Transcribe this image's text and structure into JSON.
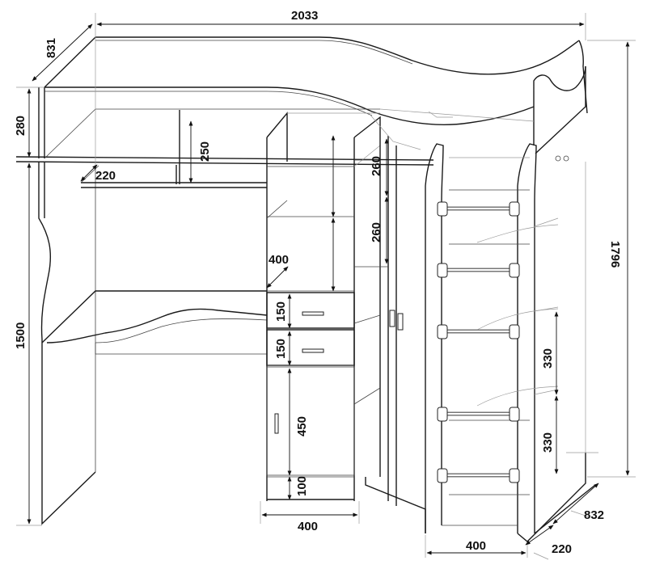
{
  "drawing": {
    "dimensions": {
      "total_width": "2033",
      "depth_top": "831",
      "top_rail_height": "280",
      "shelf_height": "250",
      "shelf_depth": "220",
      "lower_height": "1500",
      "total_height": "1796",
      "cabinet_depth": "400",
      "drawer_1": "150",
      "drawer_2": "150",
      "door_height": "450",
      "plinth": "100",
      "cabinet_width": "400",
      "wardrobe_top": "260",
      "wardrobe_shelf": "260",
      "step_1": "330",
      "step_2": "330",
      "stair_depth": "400",
      "stair_step_depth": "220",
      "stair_length": "832"
    }
  }
}
